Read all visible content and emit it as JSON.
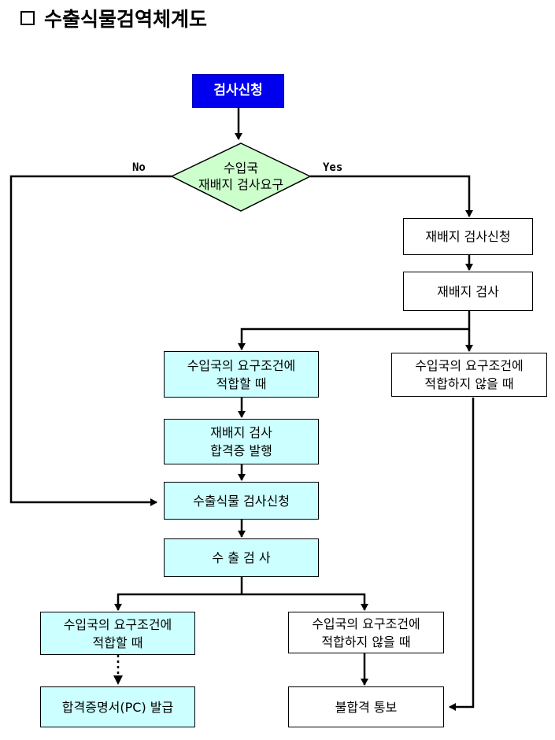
{
  "title": "수출식물검역체계도",
  "nodes": {
    "start": "검사신청",
    "decision": "수입국\n재배지 검사요구",
    "field_application": "재배지 검사신청",
    "field_inspection": "재배지 검사",
    "field_pass": "수입국의 요구조건에\n적합할 때",
    "field_fail": "수입국의 요구조건에\n적합하지 않을 때",
    "field_cert": "재배지 검사\n합격증 발행",
    "export_application": "수출식물 검사신청",
    "export_inspection": "수 출 검 사",
    "export_pass": "수입국의 요구조건에\n적합할 때",
    "export_fail": "수입국의 요구조건에\n적합하지 않을 때",
    "pc_issue": "합격증명서(PC) 발급",
    "reject_notice": "불합격 통보"
  },
  "labels": {
    "no": "No",
    "yes": "Yes"
  },
  "colors": {
    "start": "#0000ee",
    "diamond": "#ccffcc",
    "box_fill": "#ccffff"
  }
}
